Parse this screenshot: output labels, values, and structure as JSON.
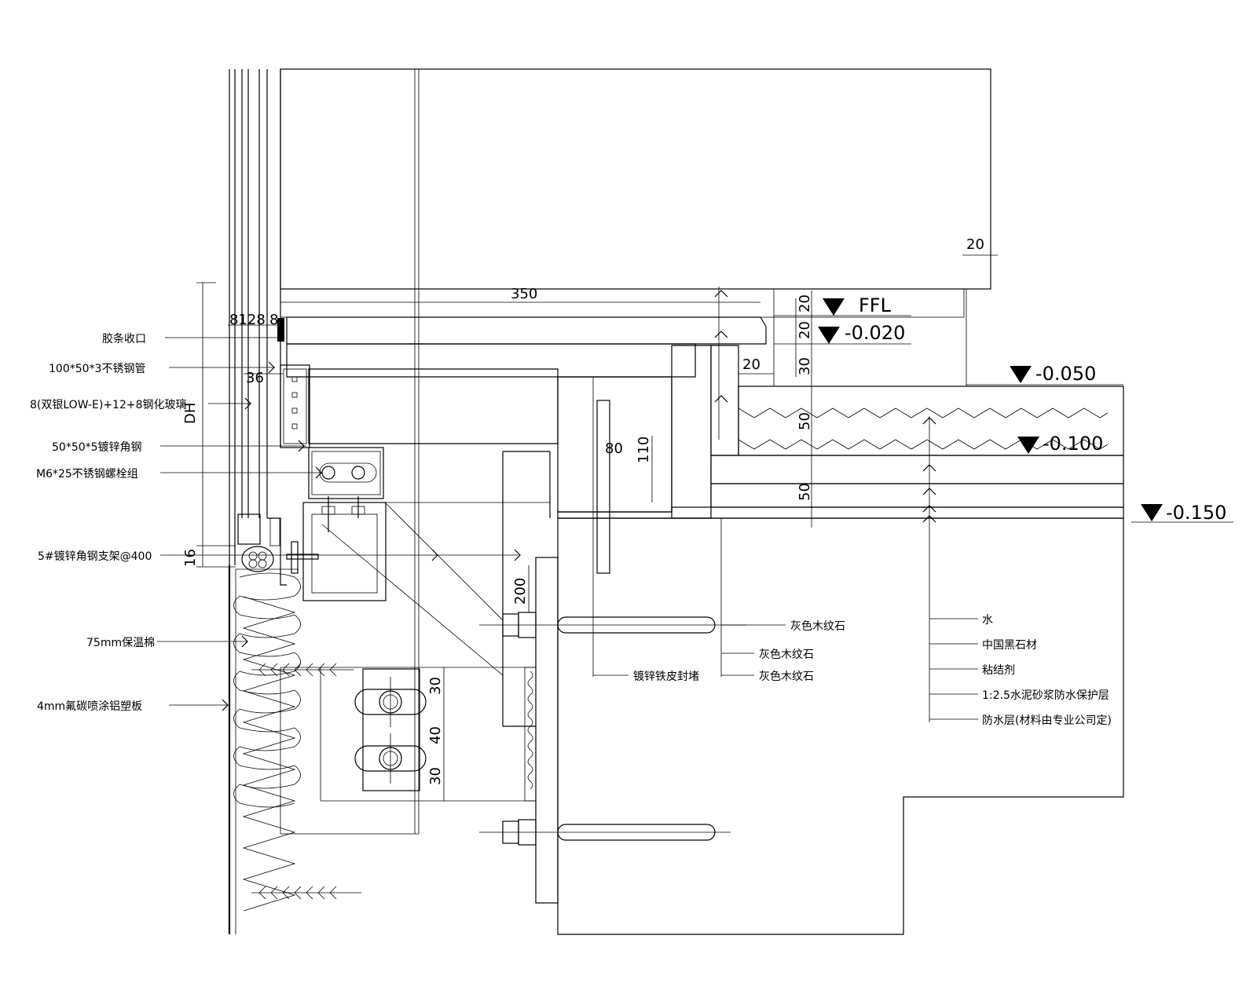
{
  "left_labels": [
    "胶条收口",
    "100*50*3不锈钢管",
    "8(双银LOW-E)+12+8钢化玻璃",
    "50*50*5镀锌角钢",
    "M6*25不锈钢螺栓组",
    "5#镀锌角钢支架@400",
    "75mm保温棉",
    "4mm氟碳喷涂铝塑板"
  ],
  "center_labels": [
    "灰色木纹石",
    "灰色木纹石",
    "灰色木纹石",
    "镀锌铁皮封堵"
  ],
  "right_labels": [
    "水",
    "中国黑石材",
    "粘结剂",
    "1:2.5水泥砂浆防水保护层",
    "防水层(材料由专业公司定)"
  ],
  "elevations": [
    "FFL",
    "-0.020",
    "-0.050",
    "-0.100",
    "-0.150"
  ],
  "dimensions": {
    "top_20": "20",
    "d350": "350",
    "d8128": "8128",
    "d8": "8",
    "d36": "36",
    "dDH": "DH",
    "d16": "16",
    "v20a": "20",
    "v20b": "20",
    "v30": "30",
    "h20": "20",
    "v50a": "50",
    "v50b": "50",
    "d80": "80",
    "d110": "110",
    "d200": "200",
    "d30a": "30",
    "d40": "40",
    "d30b": "30"
  }
}
